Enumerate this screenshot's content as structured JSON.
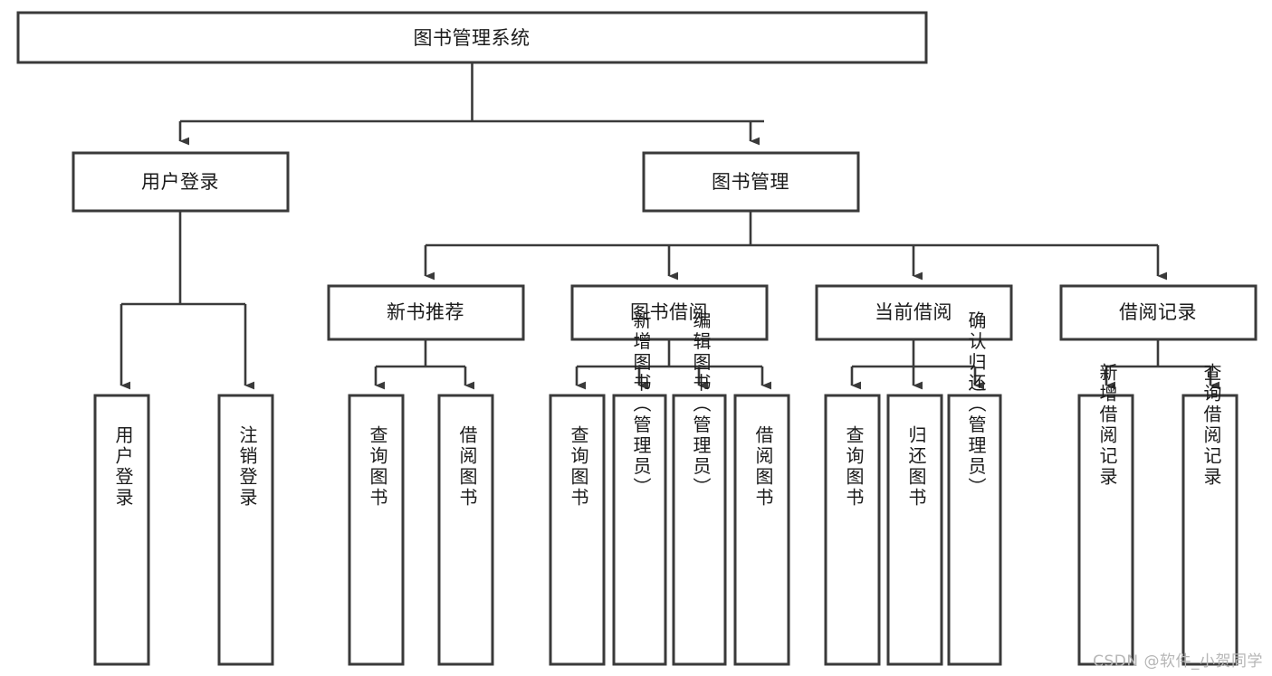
{
  "diagram": {
    "type": "tree-hierarchy-chart",
    "title": "图书管理系统",
    "orientation": "top-down",
    "colors": {
      "box_stroke": "#3a3a3a",
      "box_fill": "#ffffff",
      "connector": "#3a3a3a",
      "text": "#1b1b1b",
      "watermark": "#b6b6b6",
      "background": "#ffffff"
    },
    "root": {
      "id": "root",
      "label": "图书管理系统",
      "orientation": "horizontal"
    },
    "level2": [
      {
        "id": "user-login",
        "label": "用户登录",
        "orientation": "horizontal"
      },
      {
        "id": "book-manage",
        "label": "图书管理",
        "orientation": "horizontal"
      }
    ],
    "level3": [
      {
        "id": "new-book-recommend",
        "label": "新书推荐",
        "orientation": "horizontal",
        "parent": "book-manage"
      },
      {
        "id": "book-borrow",
        "label": "图书借阅",
        "orientation": "horizontal",
        "parent": "book-manage"
      },
      {
        "id": "current-borrow",
        "label": "当前借阅",
        "orientation": "horizontal",
        "parent": "book-manage"
      },
      {
        "id": "borrow-record",
        "label": "借阅记录",
        "orientation": "horizontal",
        "parent": "book-manage"
      }
    ],
    "leaves": [
      {
        "id": "leaf-user-login",
        "label": "用户登录",
        "orientation": "vertical",
        "parent": "user-login"
      },
      {
        "id": "leaf-user-logout",
        "label": "注销登录",
        "orientation": "vertical",
        "parent": "user-login"
      },
      {
        "id": "leaf-query-book-1",
        "label": "查询图书",
        "orientation": "vertical",
        "parent": "new-book-recommend"
      },
      {
        "id": "leaf-borrow-book-1",
        "label": "借阅图书",
        "orientation": "vertical",
        "parent": "new-book-recommend"
      },
      {
        "id": "leaf-query-book-2",
        "label": "查询图书",
        "orientation": "vertical",
        "parent": "book-borrow"
      },
      {
        "id": "leaf-add-book",
        "label": "新增图书（管理员）",
        "orientation": "vertical",
        "parent": "book-borrow"
      },
      {
        "id": "leaf-edit-book",
        "label": "编辑图书（管理员）",
        "orientation": "vertical",
        "parent": "book-borrow"
      },
      {
        "id": "leaf-borrow-book-2",
        "label": "借阅图书",
        "orientation": "vertical",
        "parent": "book-borrow"
      },
      {
        "id": "leaf-query-book-3",
        "label": "查询图书",
        "orientation": "vertical",
        "parent": "current-borrow"
      },
      {
        "id": "leaf-return-book",
        "label": "归还图书",
        "orientation": "vertical",
        "parent": "current-borrow"
      },
      {
        "id": "leaf-confirm-return",
        "label": "确认归还（管理员）",
        "orientation": "vertical",
        "parent": "current-borrow"
      },
      {
        "id": "leaf-add-record",
        "label": "新增借阅记录",
        "orientation": "vertical",
        "parent": "borrow-record"
      },
      {
        "id": "leaf-query-record",
        "label": "查询借阅记录",
        "orientation": "vertical",
        "parent": "borrow-record"
      }
    ]
  },
  "watermark": {
    "text": "CSDN @软件_小贺同学"
  }
}
